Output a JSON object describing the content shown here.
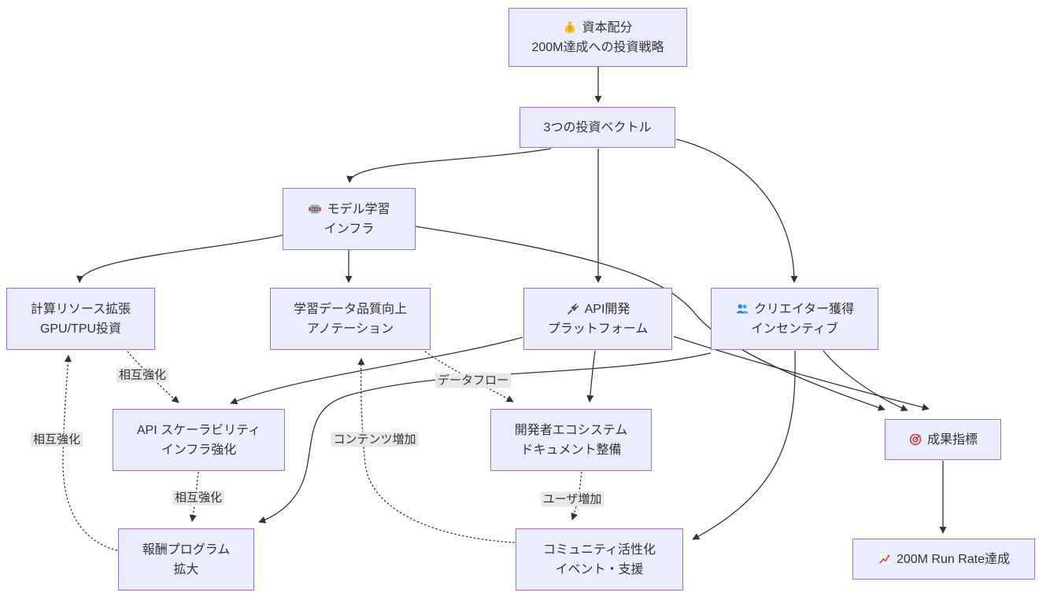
{
  "nodes": {
    "capital_allocation": {
      "icon": "money-bag-icon",
      "line1": "資本配分",
      "line2": "200M達成への投資戦略"
    },
    "investment_vectors": {
      "line1": "3つの投資ベクトル"
    },
    "model_training": {
      "icon": "robot-icon",
      "line1": "モデル学習",
      "line2": "インフラ"
    },
    "compute_expansion": {
      "line1": "計算リソース拡張",
      "line2": "GPU/TPU投資"
    },
    "training_data_quality": {
      "line1": "学習データ品質向上",
      "line2": "アノテーション"
    },
    "api_development": {
      "icon": "plug-icon",
      "line1": "API開発",
      "line2": "プラットフォーム"
    },
    "creator_acquisition": {
      "icon": "people-icon",
      "line1": "クリエイター獲得",
      "line2": "インセンティブ"
    },
    "api_scalability": {
      "line1": "API スケーラビリティ",
      "line2": "インフラ強化"
    },
    "developer_ecosystem": {
      "line1": "開発者エコシステム",
      "line2": "ドキュメント整備"
    },
    "outcome_metrics": {
      "icon": "target-icon",
      "line1": "成果指標"
    },
    "reward_program": {
      "line1": "報酬プログラム",
      "line2": "拡大"
    },
    "community_activation": {
      "line1": "コミュニティ活性化",
      "line2": "イベント・支援"
    },
    "run_rate_achievement": {
      "icon": "chart-increasing-icon",
      "line1": "200M Run Rate達成"
    }
  },
  "edge_labels": {
    "compute_to_scalability": "相互強化",
    "reward_to_compute": "相互強化",
    "scalability_to_reward": "相互強化",
    "data_to_ecosystem": "データフロー",
    "community_to_data": "コンテンツ増加",
    "ecosystem_to_community": "ユーザ増加"
  },
  "edges": [
    {
      "from": "capital_allocation",
      "to": "investment_vectors",
      "style": "solid",
      "label": ""
    },
    {
      "from": "investment_vectors",
      "to": "model_training",
      "style": "solid",
      "label": ""
    },
    {
      "from": "investment_vectors",
      "to": "api_development",
      "style": "solid",
      "label": ""
    },
    {
      "from": "investment_vectors",
      "to": "creator_acquisition",
      "style": "solid",
      "label": ""
    },
    {
      "from": "model_training",
      "to": "compute_expansion",
      "style": "solid",
      "label": ""
    },
    {
      "from": "model_training",
      "to": "training_data_quality",
      "style": "solid",
      "label": ""
    },
    {
      "from": "model_training",
      "to": "outcome_metrics",
      "style": "solid",
      "label": ""
    },
    {
      "from": "api_development",
      "to": "api_scalability",
      "style": "solid",
      "label": ""
    },
    {
      "from": "api_development",
      "to": "developer_ecosystem",
      "style": "solid",
      "label": ""
    },
    {
      "from": "api_development",
      "to": "outcome_metrics",
      "style": "solid",
      "label": ""
    },
    {
      "from": "creator_acquisition",
      "to": "reward_program",
      "style": "solid",
      "label": ""
    },
    {
      "from": "creator_acquisition",
      "to": "community_activation",
      "style": "solid",
      "label": ""
    },
    {
      "from": "creator_acquisition",
      "to": "outcome_metrics",
      "style": "solid",
      "label": ""
    },
    {
      "from": "outcome_metrics",
      "to": "run_rate_achievement",
      "style": "solid",
      "label": ""
    },
    {
      "from": "compute_expansion",
      "to": "api_scalability",
      "style": "dotted",
      "label": "相互強化"
    },
    {
      "from": "api_scalability",
      "to": "reward_program",
      "style": "dotted",
      "label": "相互強化"
    },
    {
      "from": "reward_program",
      "to": "compute_expansion",
      "style": "dotted",
      "label": "相互強化"
    },
    {
      "from": "training_data_quality",
      "to": "developer_ecosystem",
      "style": "dotted",
      "label": "データフロー"
    },
    {
      "from": "developer_ecosystem",
      "to": "community_activation",
      "style": "dotted",
      "label": "ユーザ増加"
    },
    {
      "from": "community_activation",
      "to": "training_data_quality",
      "style": "dotted",
      "label": "コンテンツ増加"
    }
  ],
  "colors": {
    "node_fill": "#ECECFF",
    "node_border": "#9370DB",
    "edge": "#333333",
    "edge_label_bg": "#E8E8E8",
    "text": "#333333"
  }
}
